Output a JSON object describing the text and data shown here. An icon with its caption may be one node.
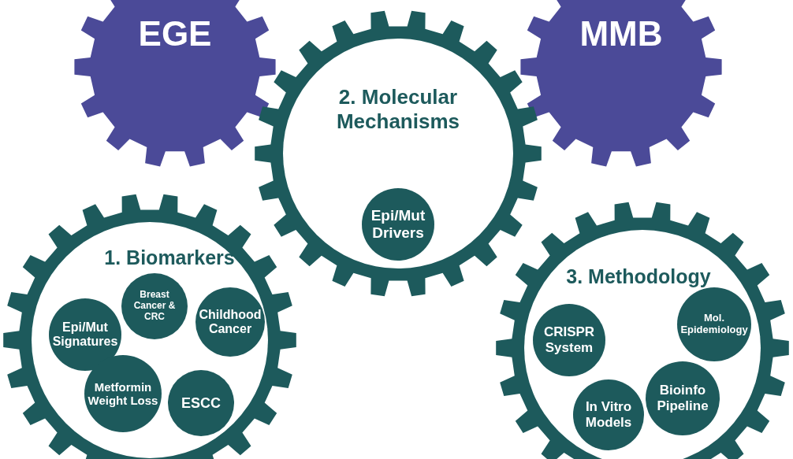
{
  "diagram": {
    "nodes": [
      {
        "text": [
          "EGE"
        ]
      },
      {
        "text": [
          "MMB"
        ]
      },
      {
        "text": [
          "2. Molecular Mechanisms"
        ]
      },
      {
        "text": [
          "Epi/Mut Drivers"
        ],
        "in": 2
      },
      {
        "text": [
          "1. Biomarkers"
        ]
      },
      {
        "text": [
          "Epi/Mut Signatures"
        ],
        "in": 4
      },
      {
        "text": [
          "Breast Cancer & CRC"
        ],
        "in": 4
      },
      {
        "text": [
          "Childhood Cancer"
        ],
        "in": 4
      },
      {
        "text": [
          "Metformin Weight Loss"
        ],
        "in": 4
      },
      {
        "text": [
          "ESCC"
        ],
        "in": 4
      },
      {
        "text": [
          "3. Methodology"
        ]
      },
      {
        "text": [
          "CRISPR System"
        ],
        "in": 10
      },
      {
        "text": [
          "Mol. Epidemiology"
        ],
        "in": 10
      },
      {
        "text": [
          "In Vitro Models"
        ],
        "in": 10
      },
      {
        "text": [
          "Bioinfo Pipeline"
        ],
        "in": 10
      }
    ]
  }
}
